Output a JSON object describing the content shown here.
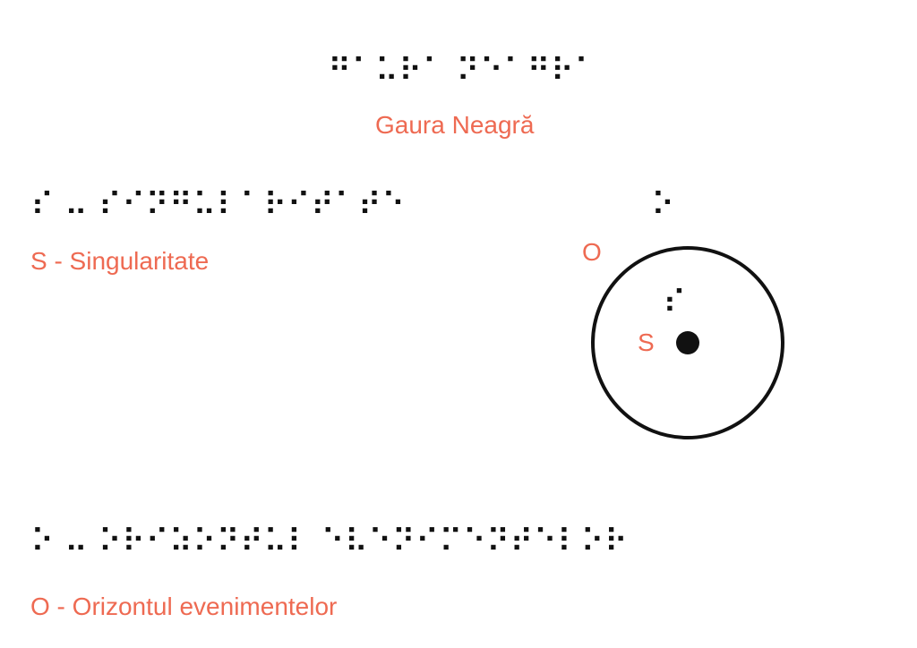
{
  "colors": {
    "label": "#ee6a52",
    "ink": "#111111"
  },
  "title": {
    "braille": "⠛⠁⠥⠗⠁ ⠝⠑⠁⠛⠗⠁",
    "text": "Gaura Neagră"
  },
  "legend": {
    "singularity": {
      "braille": "⠎ ⠤ ⠎⠊⠝⠛⠥⠇⠁⠗⠊⠞⠁⠞⠑",
      "text": "S - Singularitate"
    },
    "horizon": {
      "braille": "⠕ ⠤ ⠕⠗⠊⠵⠕⠝⠞⠥⠇ ⠑⠧⠑⠝⠊⠍⠑⠝⠞⠑⠇⠕⠗",
      "text": "O - Orizontul evenimentelor"
    }
  },
  "diagram": {
    "horizon_label": "O",
    "horizon_braille": "⠕",
    "singularity_label": "S",
    "singularity_braille": "⠎"
  }
}
